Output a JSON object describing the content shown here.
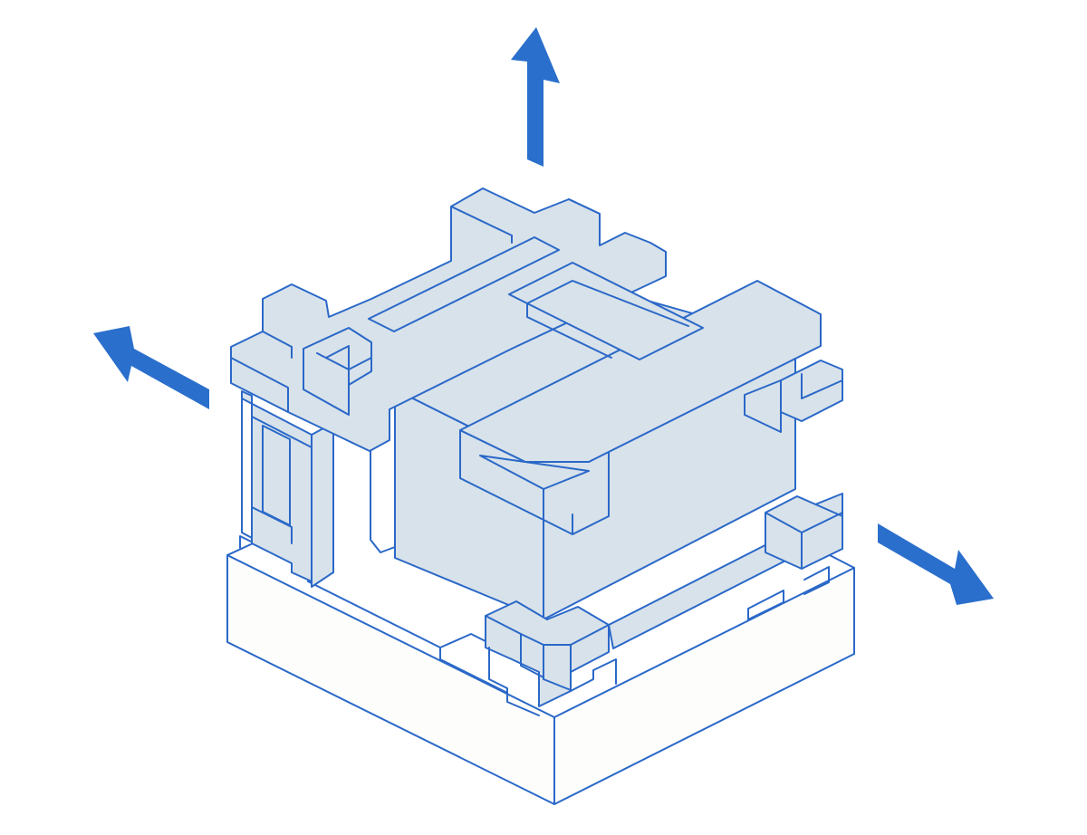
{
  "colors": {
    "stroke": "#2a68c8",
    "fill": "#d8e2ea",
    "base_fill": "#fdfdfb",
    "arrow": "#2a6fcc",
    "background": "#ffffff"
  },
  "icons": {
    "up": "arrow-up-icon",
    "left": "arrow-left-icon",
    "right": "arrow-right-icon"
  },
  "diagram": {
    "parts": [
      "base-pallet",
      "corner-frame",
      "crate",
      "top-frame",
      "arrows"
    ]
  }
}
